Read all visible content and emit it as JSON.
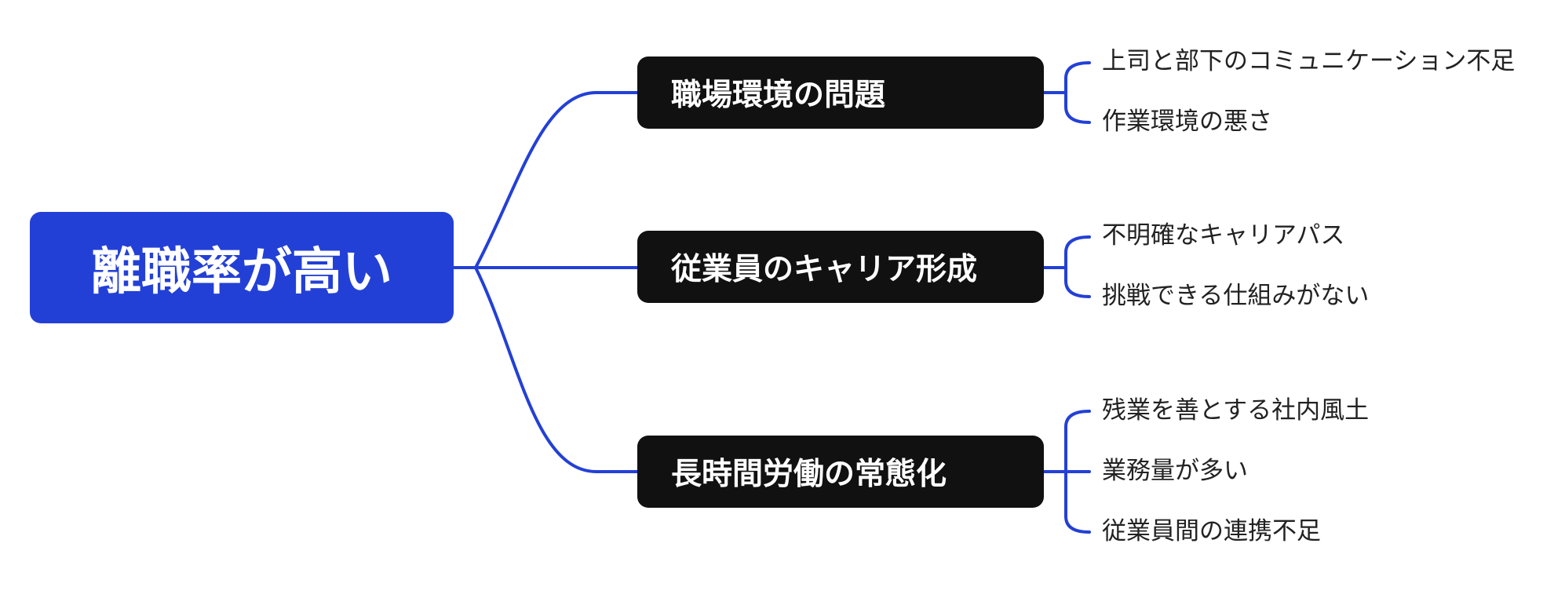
{
  "root": {
    "label": "離職率が高い"
  },
  "branches": [
    {
      "label": "職場環境の問題",
      "leaves": [
        "上司と部下のコミュニケーション不足",
        "作業環境の悪さ"
      ]
    },
    {
      "label": "従業員のキャリア形成",
      "leaves": [
        "不明確なキャリアパス",
        "挑戦できる仕組みがない"
      ]
    },
    {
      "label": "長時間労働の常態化",
      "leaves": [
        "残業を善とする社内風土",
        "業務量が多い",
        "従業員間の連携不足"
      ]
    }
  ],
  "colors": {
    "root_fill": "#2340d6",
    "branch_fill": "#111111",
    "connector": "#2340d6",
    "leaf_text": "#222222"
  }
}
